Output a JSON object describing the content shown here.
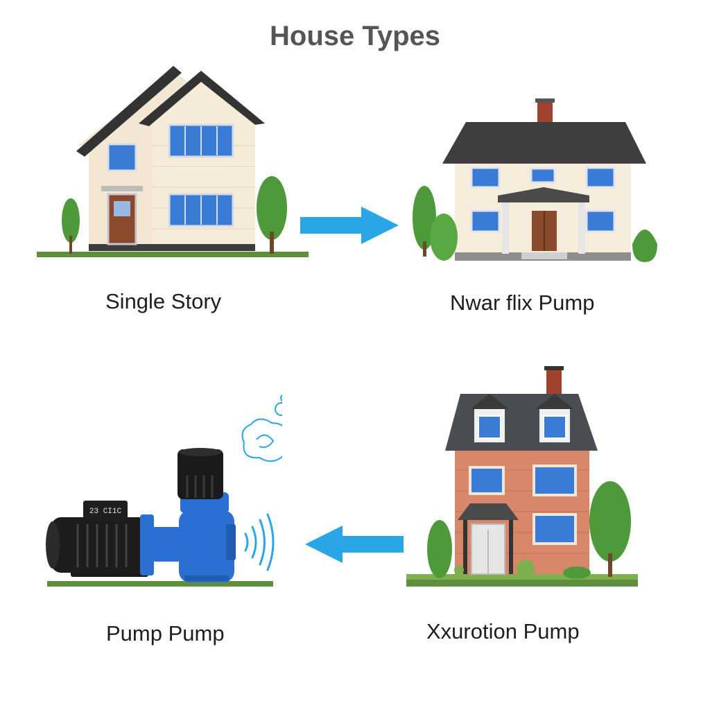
{
  "title": "House Types",
  "panels": [
    {
      "label": "Single Story",
      "icon": "two-story-house-icon"
    },
    {
      "label": "Nwar flix Pump",
      "icon": "colonial-house-icon"
    },
    {
      "label": "Pump Pump",
      "icon": "water-pump-icon",
      "pump_plate_text": "23 CI1C"
    },
    {
      "label": "Xxurotion Pump",
      "icon": "brick-house-icon"
    }
  ],
  "arrows": [
    {
      "direction": "right",
      "icon": "arrow-right-icon"
    },
    {
      "direction": "left",
      "icon": "arrow-left-icon"
    }
  ],
  "colors": {
    "arrow": "#2aa6e6",
    "tree": "#4e9a3a",
    "roof_dark": "#3b3b3b",
    "brick": "#d9876b",
    "pump_blue": "#2a6fd1",
    "window": "#3a7bd5"
  }
}
